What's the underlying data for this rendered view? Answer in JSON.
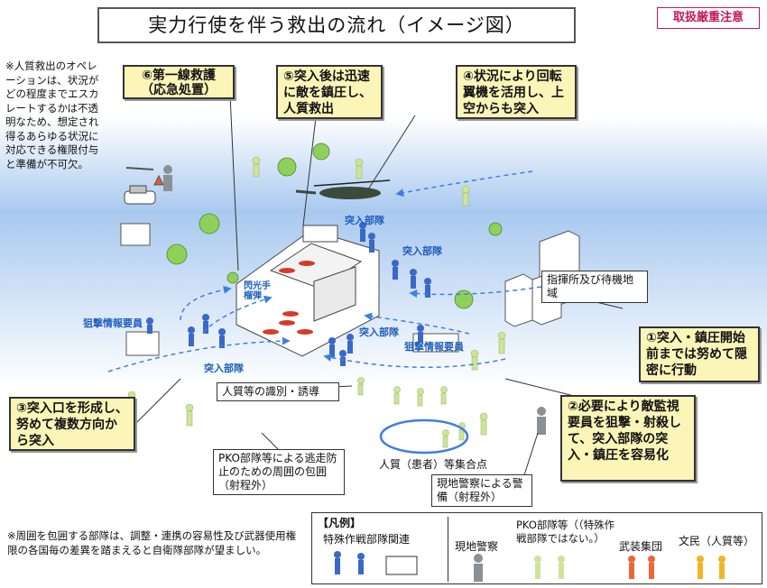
{
  "title": "実力行使を伴う救出の流れ（イメージ図）",
  "stamp": "取扱厳重注意",
  "note_left": "※人質救出のオペレーションは、状況がどの程度までエスカレートするかは不透明なため、想定され得るあらゆる状況に対応できる権限付与と準備が不可欠。",
  "steps": {
    "s1": "①突入・鎮圧開始前までは努めて隠密に行動",
    "s2": "②必要により敵監視要員を狙撃・射殺して、突入部隊の突入・鎮圧を容易化",
    "s3": "③突入口を形成し、努めて複数方向から突入",
    "s4": "④状況により回転翼機を活用し、上空からも突入",
    "s5": "⑤突入後は迅速に敵を鎮圧し、人質救出",
    "s6": "⑥第一線救護（応急処置）"
  },
  "labels": {
    "command_post": "指揮所及び待機地域",
    "identify": "人質等の識別・誘導",
    "pko": "PKO部隊等による逃走防止のための周囲の包囲（射程外）",
    "assembly": "人質（患者）等集合点",
    "police": "現地警察による警備（射程外）"
  },
  "blue_labels": {
    "entry_top": "突入部隊",
    "entry_right": "突入部隊",
    "entry_mid": "突入部隊",
    "entry_bottom": "突入部隊",
    "sniper_left": "狙撃情報要員",
    "sniper_right": "狙撃情報要員",
    "flash": "閃光手榴弾"
  },
  "legend": {
    "heading": "【凡例】",
    "special": "特殊作戦部隊関連",
    "police": "現地警察",
    "pko": "PKO部隊等（（特殊作戦部隊ではない。）",
    "armed": "武装集団",
    "civilian": "文民（人質等）"
  },
  "note_bottom": "※周囲を包囲する部隊は、調整・連携の容易性及び武器使用権限の各国毎の差異を踏まえると自衛隊部隊が望ましい。",
  "colors": {
    "box_fill": "#fbf5b8",
    "special_forces": "#3a68c8",
    "police": "#8a9098",
    "pko": "#cfe39a",
    "armed": "#e8673b",
    "civilian": "#f0b428",
    "arrow": "#3f7fe0"
  }
}
